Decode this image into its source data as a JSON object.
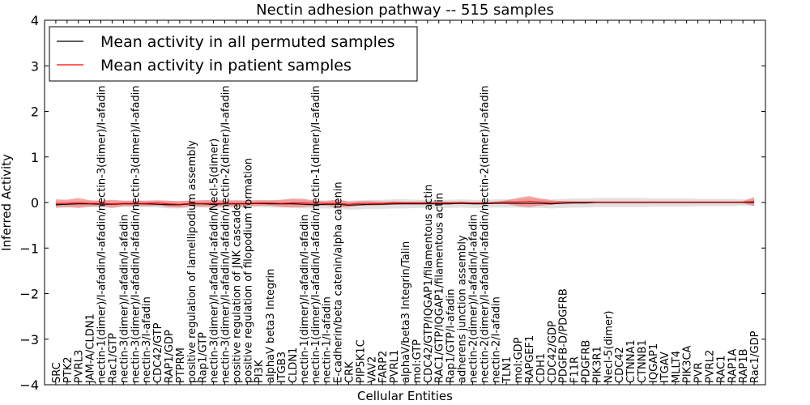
{
  "chart_data": {
    "type": "line",
    "title": "Nectin adhesion pathway -- 515 samples",
    "xlabel": "Cellular Entities",
    "ylabel": "Inferred Activity",
    "ylim": [
      -4,
      4
    ],
    "yticks": [
      -4,
      -3,
      -2,
      -1,
      0,
      1,
      2,
      3,
      4
    ],
    "grid": false,
    "legend_position": "top-left",
    "categories": [
      "SRC",
      "PTK2",
      "PVRL3",
      "JAM-A/CLDN1",
      "nectin-1(dimer)/I-afadin/I-afadin/nectin-3(dimer)/I-afadin",
      "Rac1/GTP",
      "nectin-3(dimer)/I-afadin/I-afadin",
      "nectin-3(dimer)/I-afadin/I-afadin/nectin-3(dimer)/I-afadin",
      "nectin-3/I-afadin",
      "CDC42/GTP",
      "RAP1/GDP",
      "PTPRM",
      "positive regulation of lamellipodium assembly",
      "Rap1/GTP",
      "nectin-3(dimer)/I-afadin/I-afadin/Necl-5(dimer)",
      "nectin-3(dimer)/I-afadin/I-afadin/nectin-2(dimer)/I-afadin",
      "positive regulation of JNK cascade",
      "positive regulation of filopodium formation",
      "PI3K",
      "alphaV beta3 Integrin",
      "ITGB3",
      "CLDN1",
      "nectin-1(dimer)/I-afadin/I-afadin",
      "nectin-1(dimer)/I-afadin/I-afadin/nectin-1(dimer)/I-afadin",
      "nectin-1/I-afadin",
      "E-cadherin/beta catenin/alpha catenin",
      "CRK",
      "PIP5K1C",
      "VAV2",
      "FARP2",
      "PVRL1",
      "alphaV/beta3 Integrin/Talin",
      "mol:GTP",
      "CDC42/GTP/IQGAP1/filamentous actin",
      "RAC1/GTP/IQGAP1/filamentous actin",
      "Rap1/GTP/I-afadin",
      "adherens junction assembly",
      "nectin-2(dimer)/I-afadin/I-afadin",
      "nectin-2(dimer)/I-afadin/I-afadin/nectin-2(dimer)/I-afadin",
      "nectin-2/I-afadin",
      "TLN1",
      "mol:GDP",
      "RAPGEF1",
      "CDH1",
      "CDC42/GDP",
      "PDGFB-D/PDGFRB",
      "F11R",
      "PDGFRB",
      "PIK3R1",
      "Necl-5(dimer)",
      "CDC42",
      "CTNNA1",
      "CTNNB1",
      "IQGAP1",
      "ITGAV",
      "MLLT4",
      "PIK3CA",
      "PVR",
      "PVRL2",
      "RAC1",
      "RAP1A",
      "RAP1B",
      "Rac1/GDP"
    ],
    "series": [
      {
        "name": "Mean activity in all permuted samples",
        "color": "#000000",
        "values": [
          -0.05,
          -0.04,
          -0.03,
          -0.03,
          -0.04,
          -0.04,
          -0.03,
          -0.03,
          -0.03,
          -0.04,
          -0.05,
          -0.05,
          -0.03,
          -0.03,
          -0.04,
          -0.03,
          -0.03,
          -0.03,
          -0.02,
          -0.03,
          -0.03,
          -0.03,
          -0.04,
          -0.05,
          -0.04,
          -0.04,
          -0.06,
          -0.05,
          -0.04,
          -0.04,
          -0.03,
          -0.03,
          -0.03,
          -0.03,
          -0.03,
          -0.03,
          -0.02,
          -0.03,
          -0.03,
          -0.02,
          -0.02,
          -0.02,
          -0.02,
          -0.02,
          -0.03,
          -0.02,
          -0.01,
          -0.01,
          0.0,
          0.0,
          0.0,
          0.0,
          0.0,
          0.0,
          0.0,
          0.0,
          0.0,
          0.0,
          0.0,
          0.0,
          0.0,
          0.0,
          0.0
        ],
        "band": [
          0.07,
          0.07,
          0.07,
          0.07,
          0.07,
          0.07,
          0.07,
          0.07,
          0.07,
          0.07,
          0.08,
          0.08,
          0.08,
          0.08,
          0.08,
          0.08,
          0.08,
          0.08,
          0.08,
          0.08,
          0.08,
          0.08,
          0.09,
          0.09,
          0.09,
          0.09,
          0.1,
          0.1,
          0.1,
          0.1,
          0.1,
          0.1,
          0.09,
          0.09,
          0.09,
          0.09,
          0.09,
          0.09,
          0.09,
          0.09,
          0.09,
          0.09,
          0.1,
          0.1,
          0.1,
          0.1,
          0.1,
          0.1,
          0.1,
          0.1,
          0.1,
          0.1,
          0.1,
          0.09,
          0.09,
          0.09,
          0.09,
          0.08,
          0.08,
          0.08,
          0.08,
          0.07,
          0.07
        ],
        "band_color": "#c8c8c8"
      },
      {
        "name": "Mean activity in patient samples",
        "color": "#ff0000",
        "values": [
          -0.02,
          -0.02,
          -0.01,
          -0.02,
          -0.02,
          -0.03,
          -0.02,
          -0.02,
          -0.02,
          -0.01,
          -0.03,
          -0.04,
          -0.02,
          -0.02,
          -0.02,
          -0.02,
          -0.02,
          -0.02,
          -0.01,
          -0.01,
          -0.02,
          -0.01,
          -0.01,
          -0.02,
          -0.02,
          -0.02,
          -0.04,
          -0.02,
          -0.02,
          -0.02,
          -0.01,
          -0.01,
          -0.01,
          -0.01,
          -0.01,
          -0.01,
          0.0,
          -0.01,
          -0.01,
          0.0,
          0.01,
          0.01,
          0.02,
          0.01,
          0.0,
          0.01,
          0.01,
          0.01,
          0.01,
          0.01,
          0.01,
          0.01,
          0.01,
          0.01,
          0.01,
          0.01,
          0.01,
          0.01,
          0.01,
          0.01,
          0.01,
          0.01,
          0.02
        ],
        "band": [
          0.09,
          0.08,
          0.11,
          0.07,
          0.06,
          0.09,
          0.06,
          0.06,
          0.06,
          0.06,
          0.07,
          0.07,
          0.06,
          0.07,
          0.08,
          0.06,
          0.07,
          0.06,
          0.06,
          0.06,
          0.08,
          0.1,
          0.09,
          0.06,
          0.05,
          0.09,
          0.06,
          0.05,
          0.05,
          0.04,
          0.04,
          0.03,
          0.03,
          0.03,
          0.03,
          0.03,
          0.02,
          0.02,
          0.02,
          0.02,
          0.04,
          0.09,
          0.12,
          0.08,
          0.05,
          0.02,
          0.01,
          0.01,
          0.01,
          0.01,
          0.01,
          0.01,
          0.01,
          0.01,
          0.01,
          0.01,
          0.01,
          0.01,
          0.01,
          0.01,
          0.01,
          0.02,
          0.1
        ],
        "band_color": "#f08080"
      }
    ]
  }
}
